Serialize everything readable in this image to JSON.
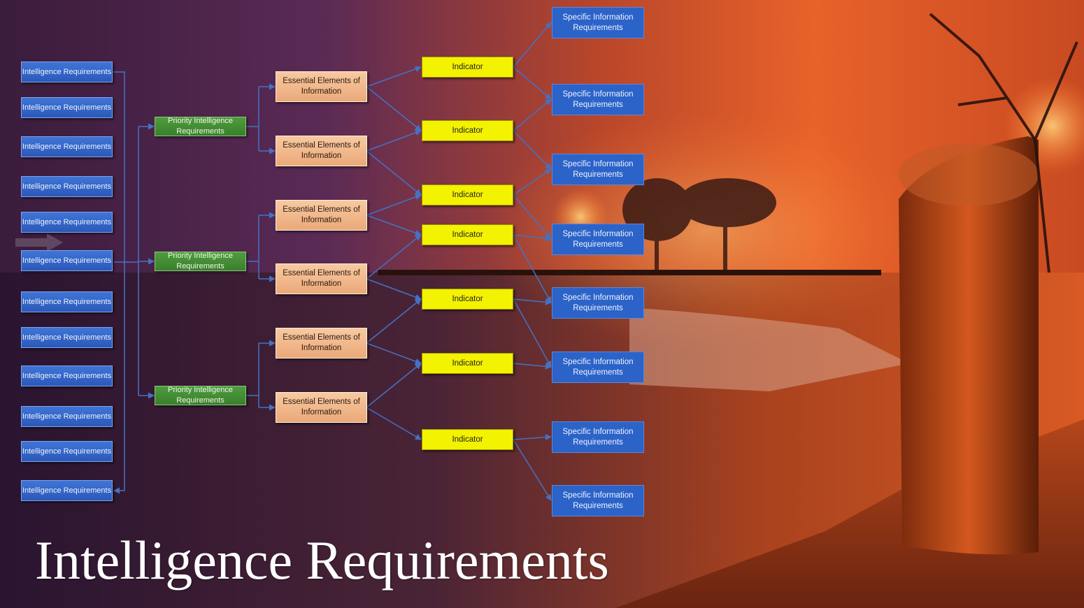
{
  "title": "Intelligence Requirements",
  "colors": {
    "ir_fill": "#2b59b8",
    "pir_fill": "#3a7f2c",
    "eei_fill": "#f4bb8e",
    "indicator_fill": "#f3f200",
    "sir_fill": "#2c63c8",
    "connector": "#4472c4"
  },
  "intelligence_requirements": [
    "Intelligence Requirements",
    "Intelligence Requirements",
    "Intelligence Requirements",
    "Intelligence Requirements",
    "Intelligence Requirements",
    "Intelligence Requirements",
    "Intelligence Requirements",
    "Intelligence Requirements",
    "Intelligence Requirements",
    "Intelligence Requirements",
    "Intelligence Requirements",
    "Intelligence Requirements"
  ],
  "priority_intelligence_requirements": [
    "Priority Intelligence Requirements",
    "Priority Intelligence Requirements",
    "Priority Intelligence Requirements"
  ],
  "essential_elements": [
    "Essential Elements of Information",
    "Essential Elements of Information",
    "Essential Elements of Information",
    "Essential Elements of Information",
    "Essential Elements of Information",
    "Essential Elements of Information"
  ],
  "indicators": [
    "Indicator",
    "Indicator",
    "Indicator",
    "Indicator",
    "Indicator",
    "Indicator",
    "Indicator"
  ],
  "specific_information_requirements": [
    "Specific Information Requirements",
    "Specific Information Requirements",
    "Specific Information Requirements",
    "Specific Information Requirements",
    "Specific Information Requirements",
    "Specific Information Requirements",
    "Specific Information Requirements",
    "Specific Information Requirements"
  ]
}
